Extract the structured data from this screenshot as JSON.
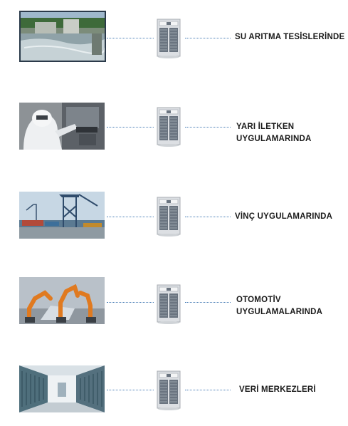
{
  "applications": [
    {
      "id": "water",
      "label_lines": [
        "SU ARITMA TESİSLERİNDE"
      ],
      "image_icon": "water-treatment-photo"
    },
    {
      "id": "semiconductor",
      "label_lines": [
        "YARI İLETKEN",
        "UYGULAMARINDA"
      ],
      "image_icon": "semiconductor-lab-photo"
    },
    {
      "id": "crane",
      "label_lines": [
        "VİNÇ UYGULAMARINDA"
      ],
      "image_icon": "port-crane-photo"
    },
    {
      "id": "automotive",
      "label_lines": [
        "OTOMOTİV",
        "UYGULAMALARINDA"
      ],
      "image_icon": "robot-arm-photo"
    },
    {
      "id": "datacenter",
      "label_lines": [
        "VERİ MERKEZLERİ"
      ],
      "image_icon": "server-room-photo"
    }
  ],
  "colors": {
    "connector": "#4a7fb6",
    "label_text": "#1a1a1a",
    "cabinet_body": "#dcdfe3",
    "cabinet_panel": "#6a7480"
  },
  "device_icon": "inverter-cabinet-icon"
}
